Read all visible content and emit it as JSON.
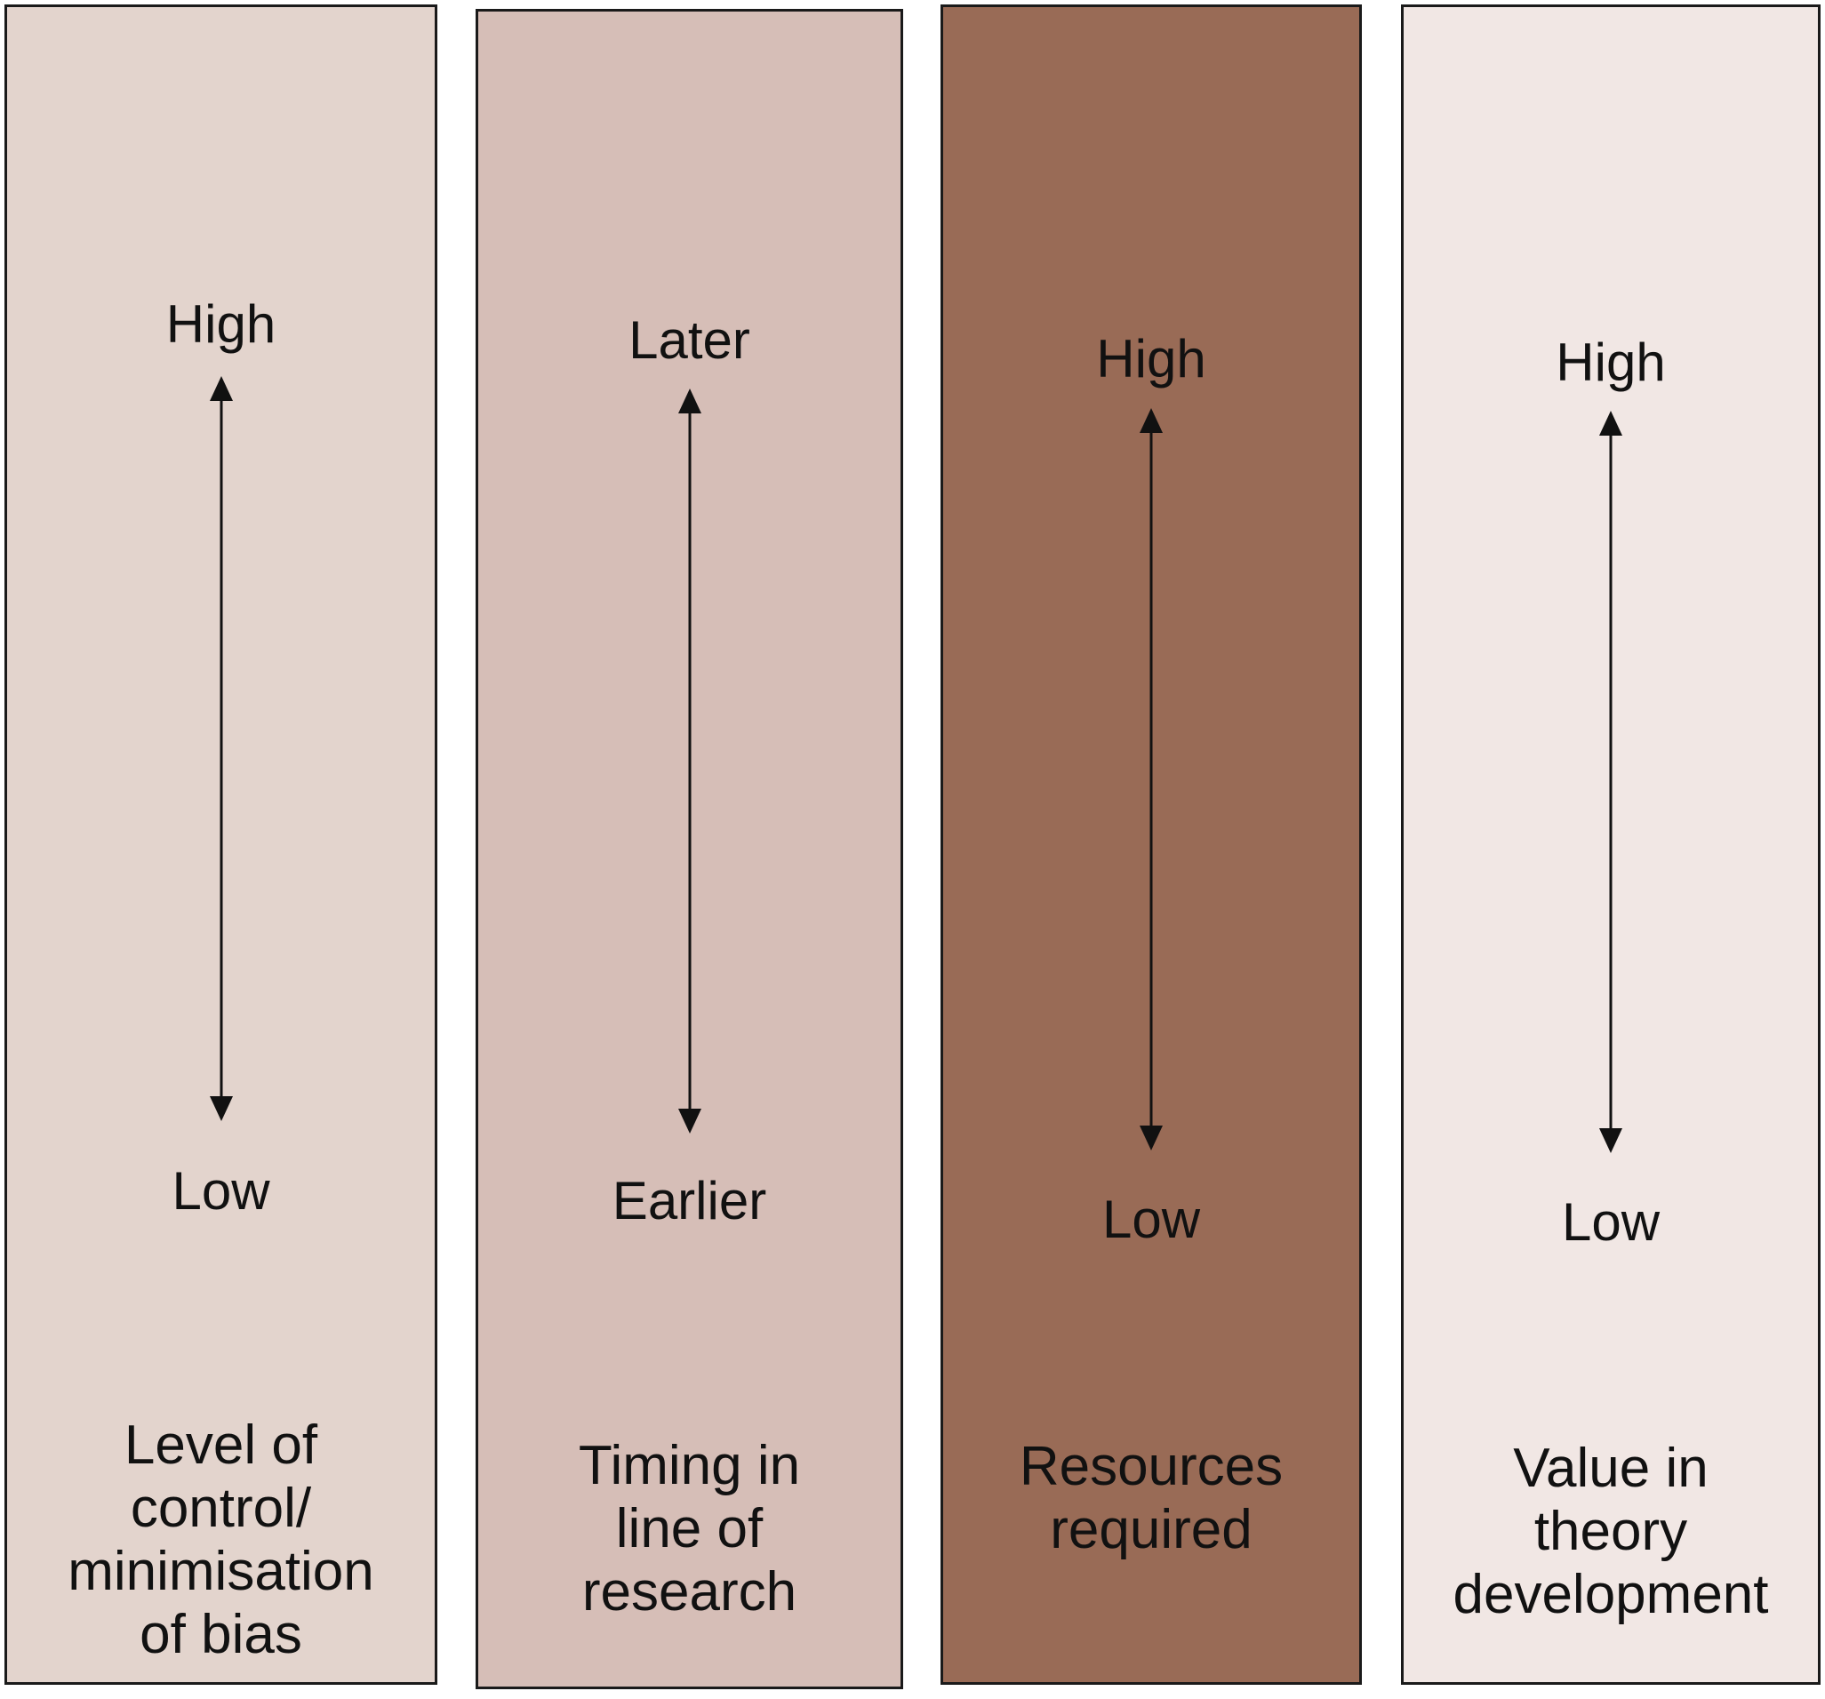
{
  "colors": {
    "column_1_fill": "#e3d4cd",
    "column_2_fill": "#d6beb7",
    "column_3_fill": "#996b56",
    "column_4_fill": "#f1e7e4",
    "border": "#1a1a1a",
    "text": "#111111",
    "arrow": "#111111"
  },
  "columns": [
    {
      "top_label": "High",
      "bottom_label": "Low",
      "caption_lines": [
        "Level of",
        "control/",
        "minimisation",
        "of bias"
      ]
    },
    {
      "top_label": "Later",
      "bottom_label": "Earlier",
      "caption_lines": [
        "Timing in",
        "line of",
        "research"
      ]
    },
    {
      "top_label": "High",
      "bottom_label": "Low",
      "caption_lines": [
        "Resources",
        "required"
      ]
    },
    {
      "top_label": "High",
      "bottom_label": "Low",
      "caption_lines": [
        "Value in",
        "theory",
        "development"
      ]
    }
  ]
}
